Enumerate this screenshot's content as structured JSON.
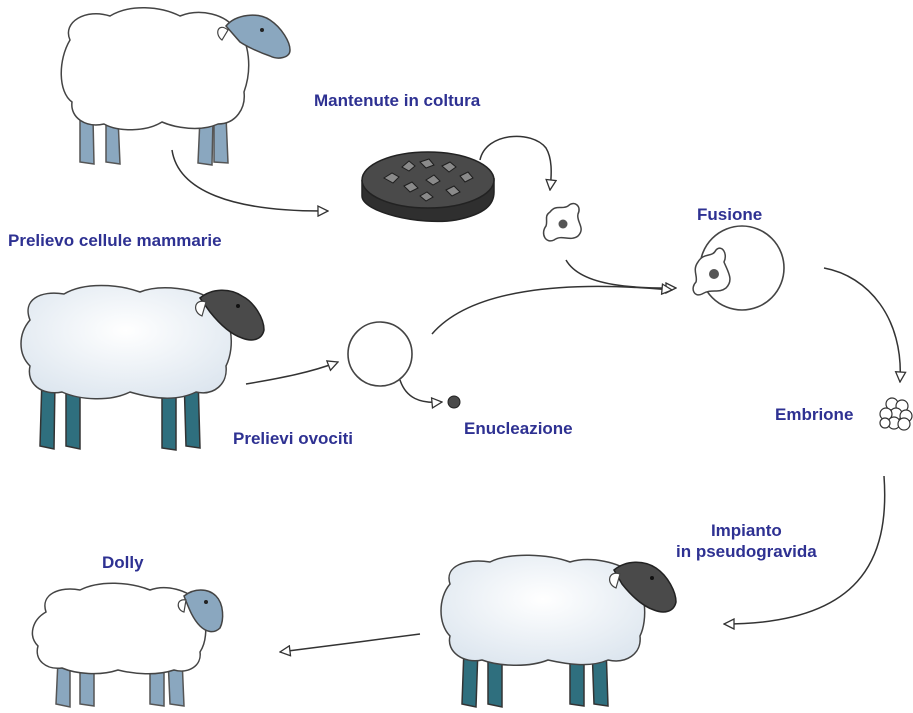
{
  "labels": {
    "cultured": "Mantenute in coltura",
    "mammary_cells": "Prelievo cellule mammarie",
    "fusion": "Fusione",
    "embryo": "Embrione",
    "oocytes": "Prelievi ovociti",
    "enucleation": "Enucleazione",
    "implant_line1": "Impianto",
    "implant_line2": "in pseudogravida",
    "dolly": "Dolly"
  },
  "colors": {
    "label_text": "#2e3192",
    "legs_and_face_light": "#8aa7bf",
    "legs_and_face_dark": "#2f6f7e",
    "face_dark_sheep": "#4a4a4a",
    "petri_dish": "#3a3a3a",
    "line": "#333333"
  }
}
